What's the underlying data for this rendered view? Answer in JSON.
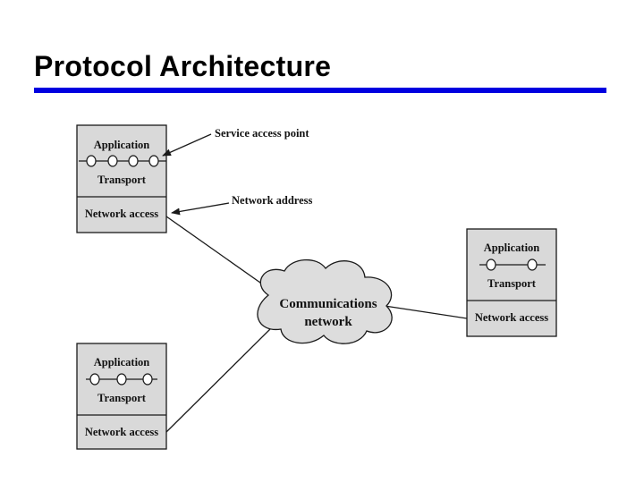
{
  "slide": {
    "title": "Protocol Architecture",
    "accent_color": "#0000e0"
  },
  "diagram": {
    "hosts": [
      {
        "application": "Application",
        "transport": "Transport",
        "network": "Network access",
        "sap_count": 4
      },
      {
        "application": "Application",
        "transport": "Transport",
        "network": "Network access",
        "sap_count": 2
      },
      {
        "application": "Application",
        "transport": "Transport",
        "network": "Network access",
        "sap_count": 3
      }
    ],
    "cloud_label_line1": "Communications",
    "cloud_label_line2": "network",
    "callouts": {
      "service_access_point": "Service access point",
      "network_address": "Network address"
    },
    "colors": {
      "box_fill": "#d9d9d9",
      "stroke": "#1a1a1a",
      "cloud_fill": "#dddddd"
    }
  }
}
